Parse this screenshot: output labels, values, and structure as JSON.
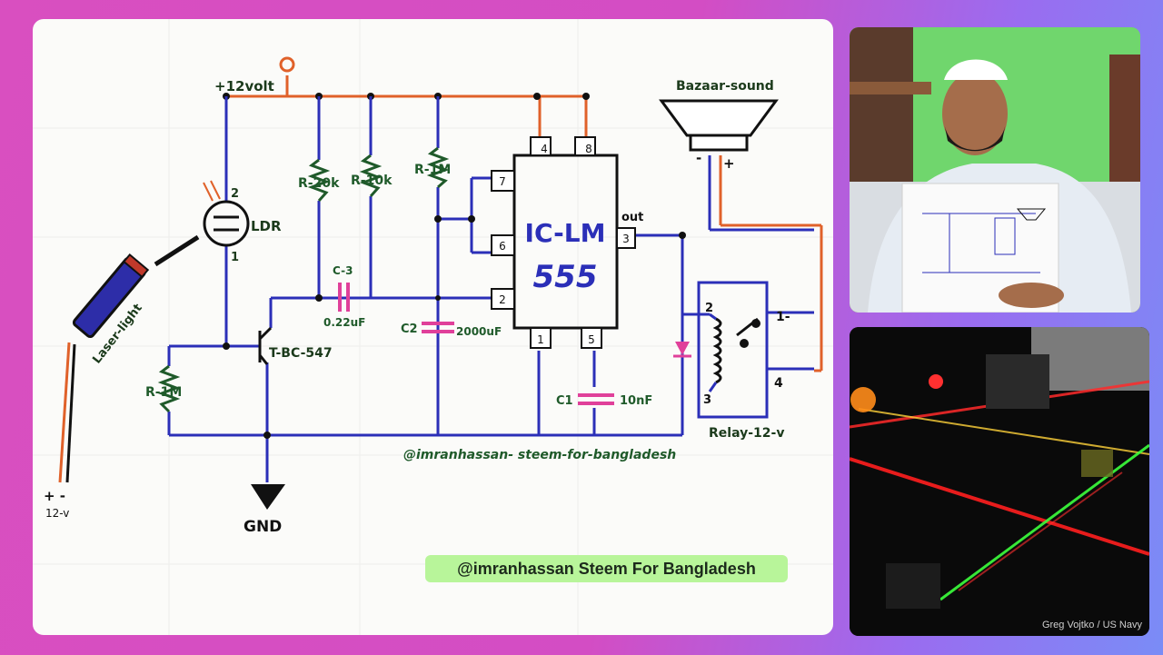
{
  "diagram": {
    "supply_label": "+12volt",
    "resistors": {
      "r1": "R-20k",
      "r2": "R-10k",
      "r3": "R-1M",
      "r4": "R-1M"
    },
    "caps": {
      "c3_name": "C-3",
      "c3_value": "0.22uF",
      "c2_name": "C2",
      "c2_value": "2000uF",
      "c1_name": "C1",
      "c1_value": "10nF"
    },
    "ldr": {
      "label": "LDR",
      "pin_top": "2",
      "pin_bottom": "1"
    },
    "transistor": "T-BC-547",
    "ic": {
      "line1": "IC-LM",
      "line2": "555",
      "pins": [
        "4",
        "8",
        "7",
        "6",
        "2",
        "1",
        "5",
        "3"
      ],
      "out_label": "out"
    },
    "speaker": {
      "label": "Bazaar-sound",
      "minus": "-",
      "plus": "+"
    },
    "relay": {
      "label": "Relay-12-v",
      "pin_2": "2",
      "pin_3": "3",
      "pin_1": "1-",
      "pin_4": "4"
    },
    "laser": {
      "label": "Laser-light",
      "supply_signs": "+ -",
      "supply_volts": "12-v"
    },
    "gnd": "GND",
    "handle": "@imranhassan- steem-for-bangladesh"
  },
  "badge": "@imranhassan Steem For Bangladesh",
  "photo_credit": "Greg Vojtko / US Navy",
  "colors": {
    "wire_orange": "#e0612a",
    "wire_blue": "#2b2fb8",
    "resistor_green": "#1f5a2a",
    "cap_pink": "#e0409a",
    "badge_bg": "#b8f59a"
  }
}
